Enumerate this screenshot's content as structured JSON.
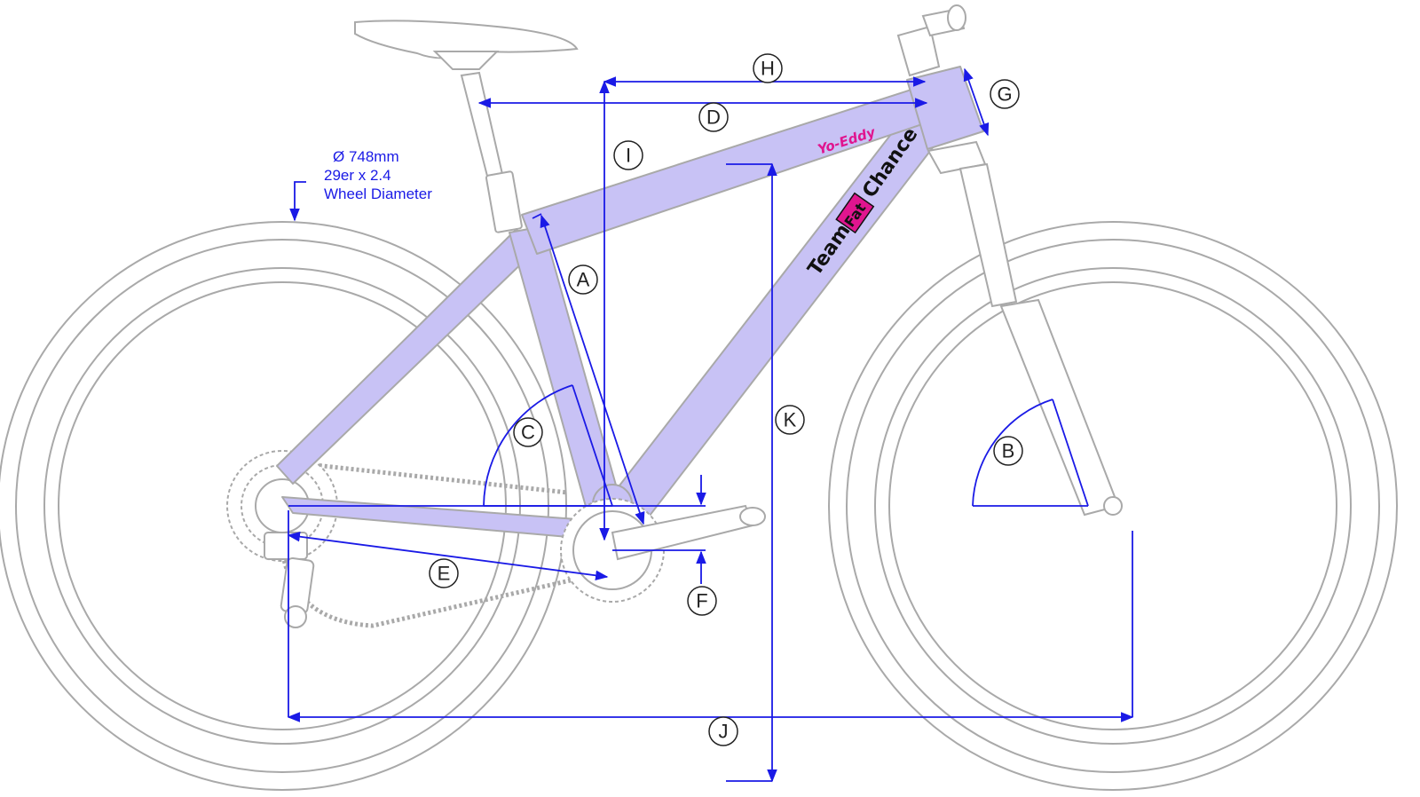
{
  "labels": {
    "A": "A",
    "B": "B",
    "C": "C",
    "D": "D",
    "E": "E",
    "F": "F",
    "G": "G",
    "H": "H",
    "I": "I",
    "J": "J",
    "K": "K"
  },
  "wheel_note": {
    "line1": "Ø 748mm",
    "line2": "29er x 2.4",
    "line3": "Wheel Diameter"
  },
  "decals": {
    "top_tube": "Yo-Eddy",
    "down_tube_1": "Team",
    "down_tube_badge": "Fat",
    "down_tube_2": "Chance"
  },
  "colors": {
    "frame_fill": "#c8c2f5",
    "outline": "#a9a9a9",
    "dimension": "#1a1ae6",
    "decal_pink": "#e0158f"
  }
}
